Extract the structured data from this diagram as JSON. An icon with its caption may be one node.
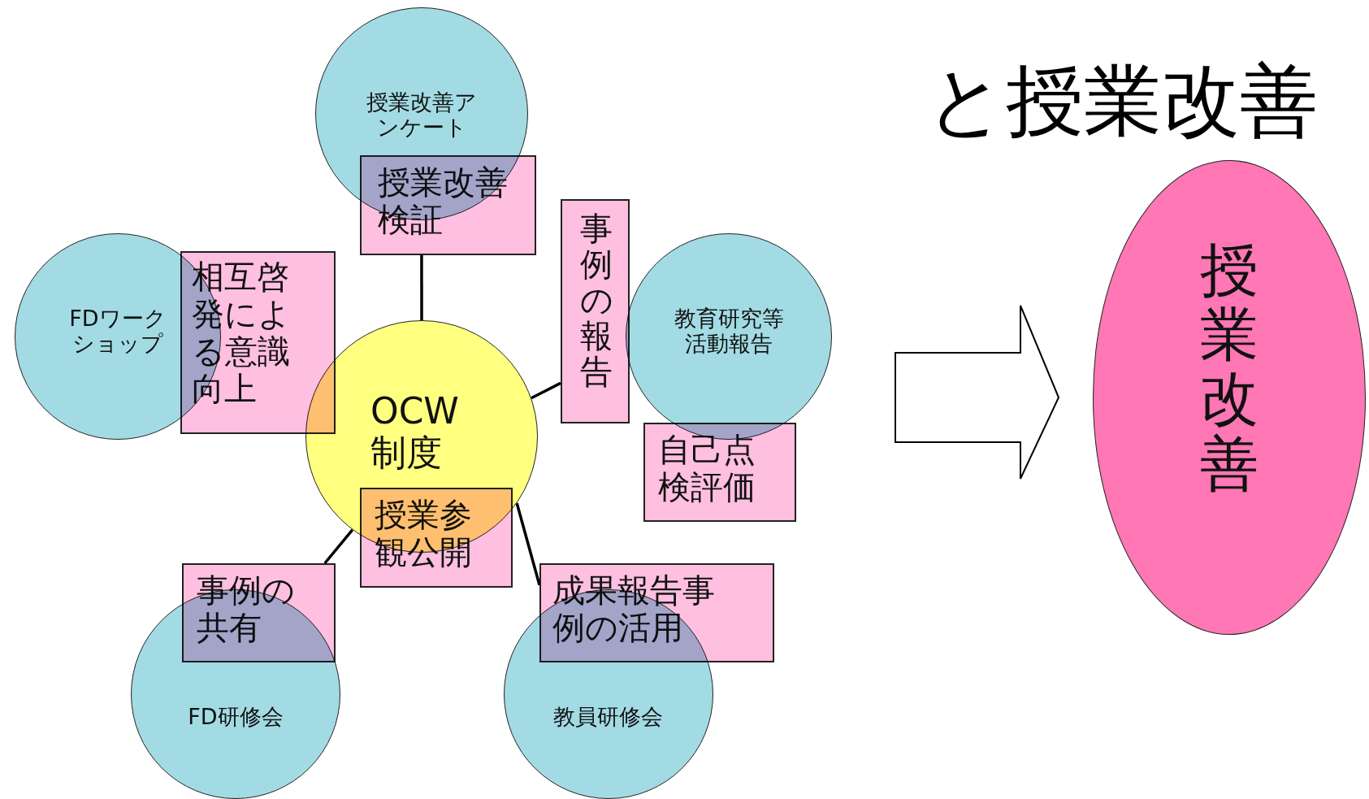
{
  "diagram": {
    "title": "と授業改善",
    "nodes": [
      {
        "text": [
          "OCW制度"
        ]
      },
      {
        "text": [
          "授業改善アンケート"
        ]
      },
      {
        "text": [
          "授業改善検証"
        ]
      },
      {
        "text": [
          "FDワークショップ"
        ]
      },
      {
        "text": [
          "相互啓発による意識向上"
        ]
      },
      {
        "text": [
          "事例の報告"
        ]
      },
      {
        "text": [
          "教育研究等活動報告"
        ]
      },
      {
        "text": [
          "自己点検評価"
        ]
      },
      {
        "text": [
          "授業参観公開"
        ]
      },
      {
        "text": [
          "事例の共有"
        ]
      },
      {
        "text": [
          "FD研修会"
        ]
      },
      {
        "text": [
          "成果報告事例の活用"
        ]
      },
      {
        "text": [
          "教員研修会"
        ]
      },
      {
        "text": [
          "授業改善"
        ]
      }
    ],
    "edges": [
      {
        "from": 0,
        "to": 2,
        "arrow": "none"
      },
      {
        "from": 0,
        "to": 5,
        "arrow": "none"
      },
      {
        "from": 0,
        "to": 9,
        "arrow": "none"
      },
      {
        "from": 0,
        "to": 11,
        "arrow": "none"
      },
      {
        "from": null,
        "to": 13,
        "arrow": "to"
      }
    ]
  }
}
